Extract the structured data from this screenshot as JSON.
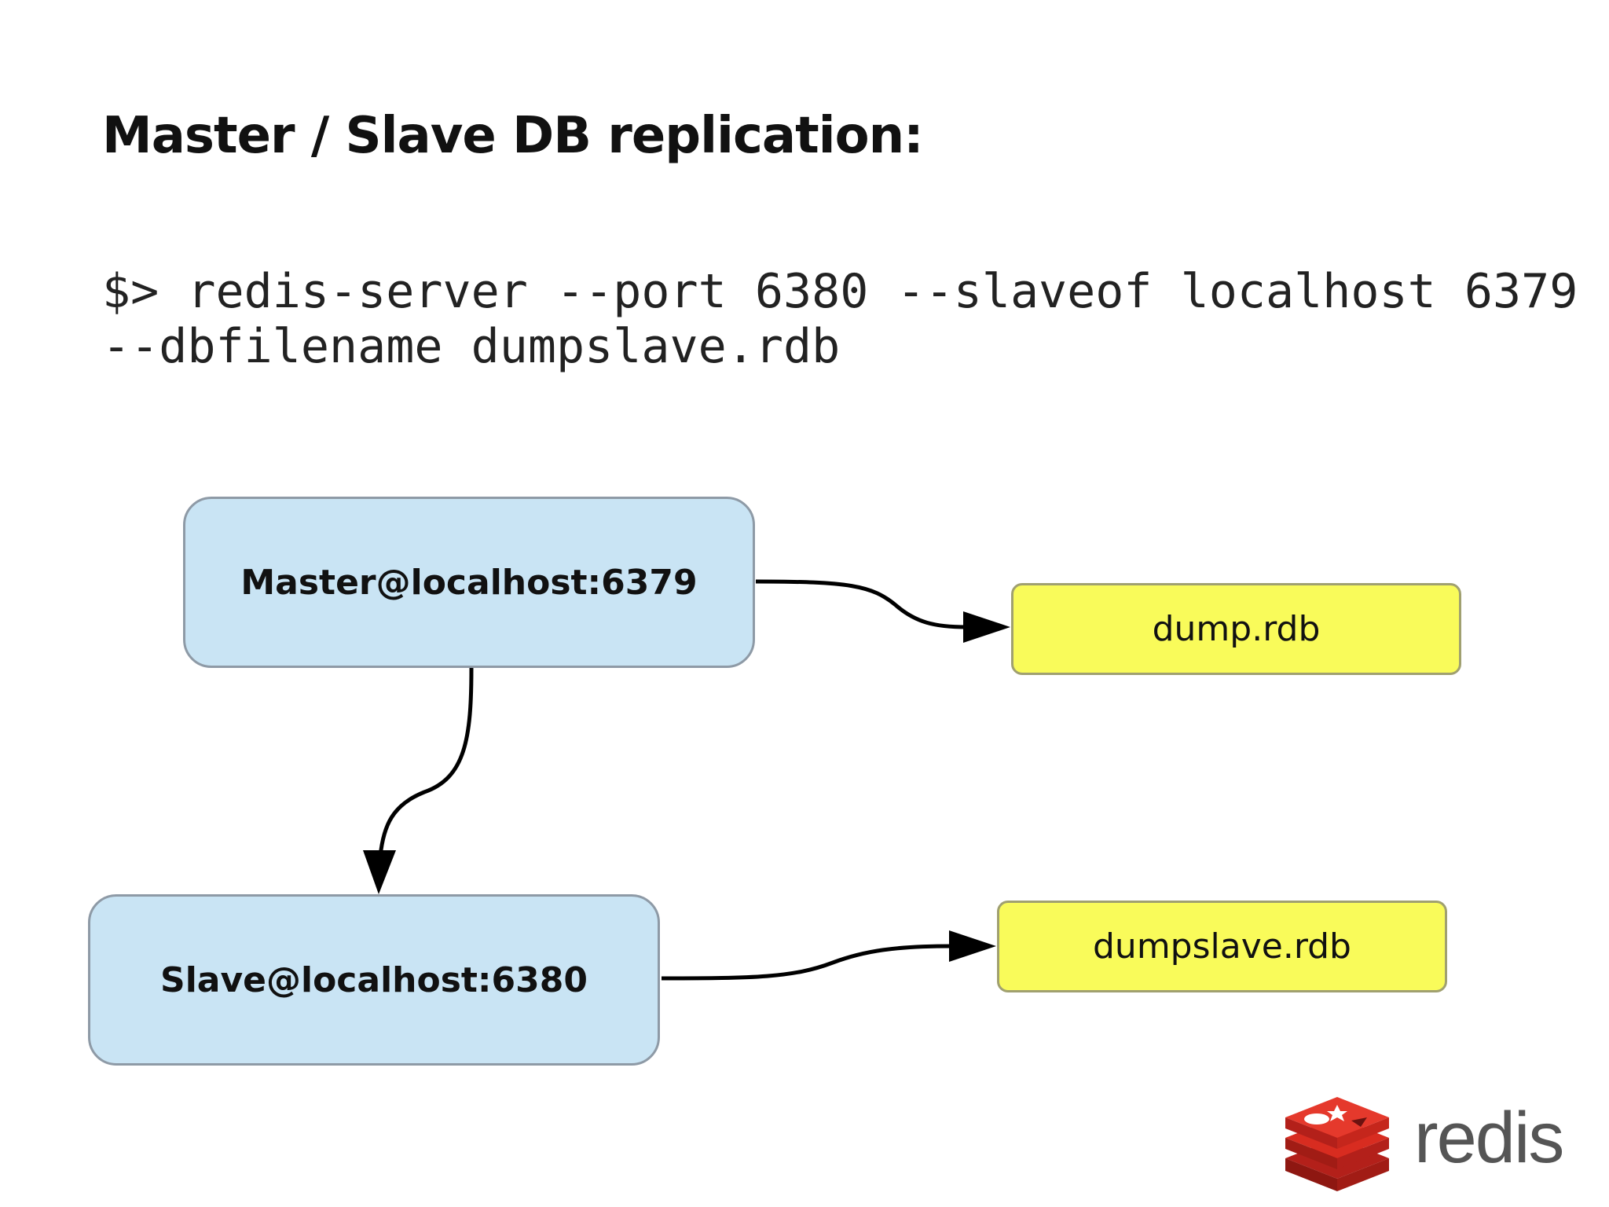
{
  "title": "Master / Slave DB replication:",
  "command": {
    "line1": "$> redis-server --port 6380 --slaveof localhost 6379",
    "line2": "--dbfilename dumpslave.rdb"
  },
  "diagram": {
    "nodes": {
      "master": "Master@localhost:6379",
      "slave": "Slave@localhost:6380",
      "dump": "dump.rdb",
      "dumpslave": "dumpslave.rdb"
    },
    "colors": {
      "db_fill": "#c9e4f4",
      "file_fill": "#f9fb5a",
      "edge": "#000000"
    }
  },
  "logo": {
    "wordmark": "redis",
    "icon": "redis-cube-icon",
    "color": "#d82c20"
  }
}
